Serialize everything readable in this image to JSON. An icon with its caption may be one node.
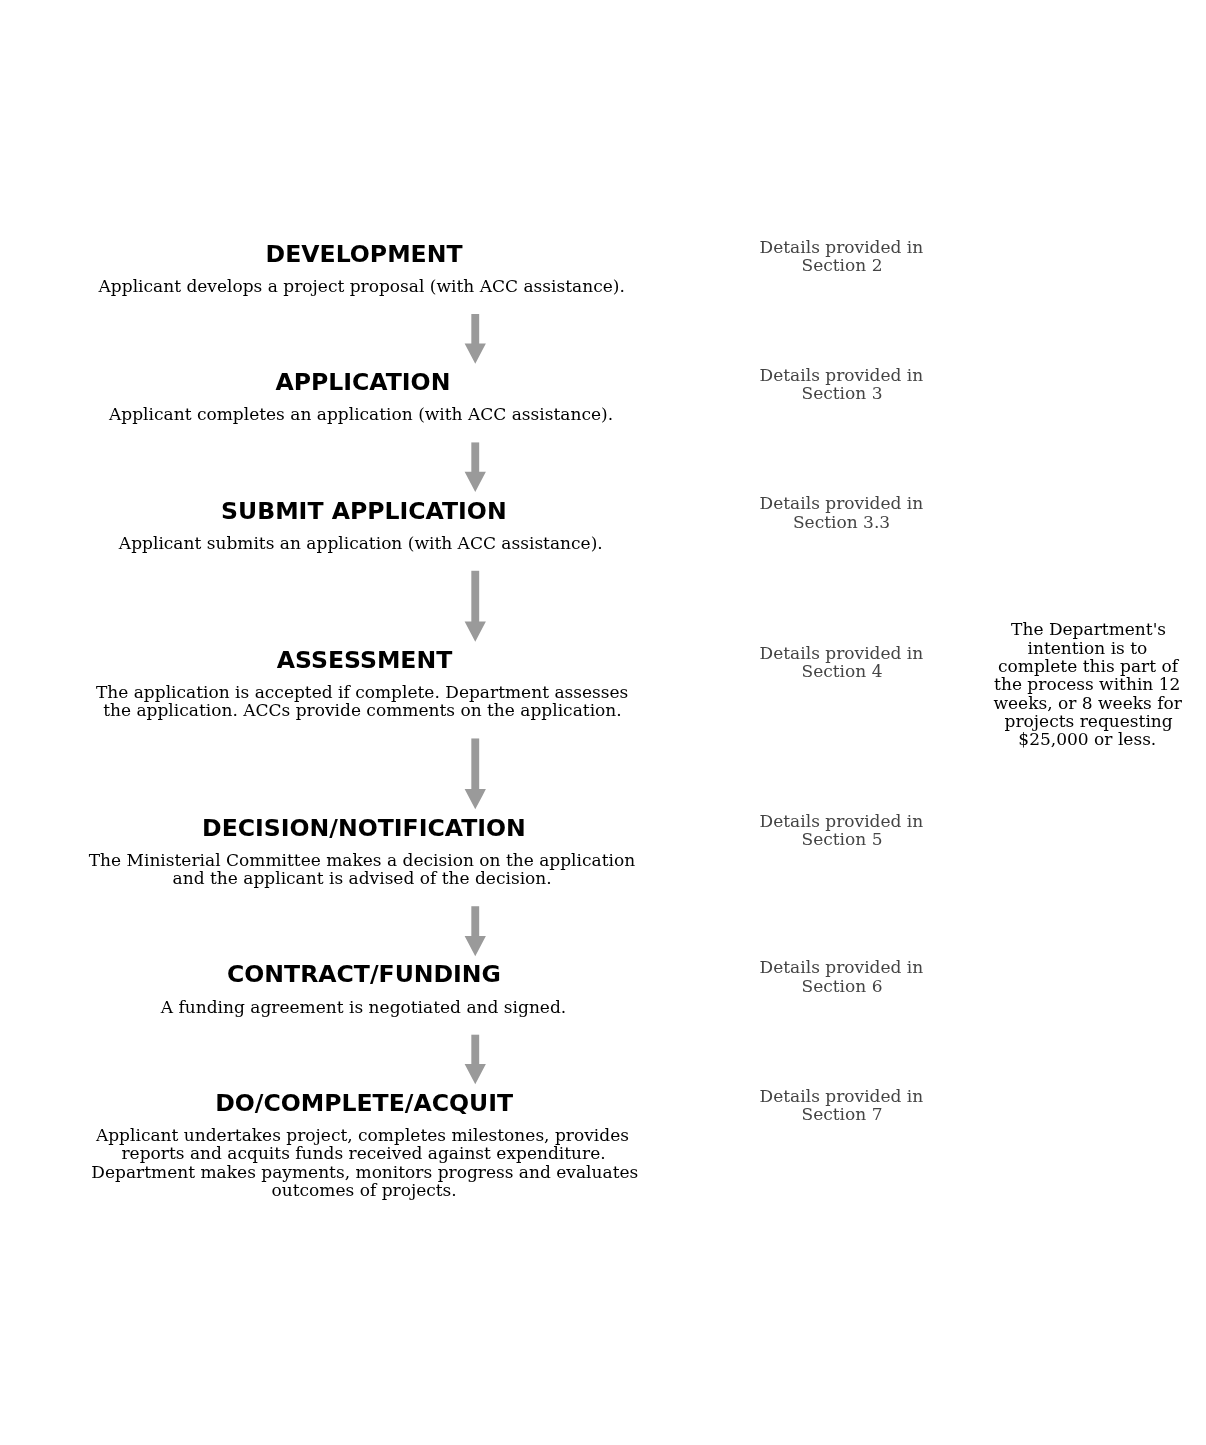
{
  "diagram": {
    "nodes": [
      {
        "text": [
          "DEVELOPMENT",
          "Applicant develops a project proposal (with ACC assistance)."
        ],
        "beside": [
          "Details provided in Section 2"
        ]
      },
      {
        "text": [
          "APPLICATION",
          "Applicant completes an application (with ACC assistance)."
        ],
        "beside": [
          "Details provided in Section 3"
        ]
      },
      {
        "text": [
          "SUBMIT APPLICATION",
          "Applicant submits an application (with ACC assistance)."
        ],
        "beside": [
          "Details provided in Section 3.3"
        ]
      },
      {
        "text": [
          "ASSESSMENT",
          "The application is accepted if complete. Department assesses the application. ACCs provide comments on the application."
        ],
        "beside": [
          "Details provided in Section 4"
        ]
      },
      {
        "text": [
          "DECISION/NOTIFICATION",
          "The Ministerial Committee makes a decision on the application and the applicant is advised of the decision."
        ],
        "beside": [
          "Details provided in Section 5"
        ]
      },
      {
        "text": [
          "CONTRACT/FUNDING",
          "A funding agreement is negotiated and signed."
        ],
        "beside": [
          "Details provided in Section 6"
        ]
      },
      {
        "text": [
          "DO/COMPLETE/ACQUIT",
          "Applicant undertakes project, completes milestones, provides reports and acquits funds received against expenditure. Department makes payments, monitors progress and evaluates outcomes of projects."
        ],
        "beside": [
          "Details provided in Section 7"
        ]
      }
    ],
    "edges": [
      {
        "from": 0,
        "to": 1,
        "arrow": "to"
      },
      {
        "from": 1,
        "to": 2,
        "arrow": "to"
      },
      {
        "from": 2,
        "to": 3,
        "arrow": "to"
      },
      {
        "from": 3,
        "to": 4,
        "arrow": "to"
      },
      {
        "from": 4,
        "to": 5,
        "arrow": "to"
      },
      {
        "from": 5,
        "to": 6,
        "arrow": "to"
      }
    ],
    "labels": [
      "The Department's intention is to complete this part of the process within 12 weeks, or 8 weeks for projects requesting $25,000 or less."
    ]
  }
}
